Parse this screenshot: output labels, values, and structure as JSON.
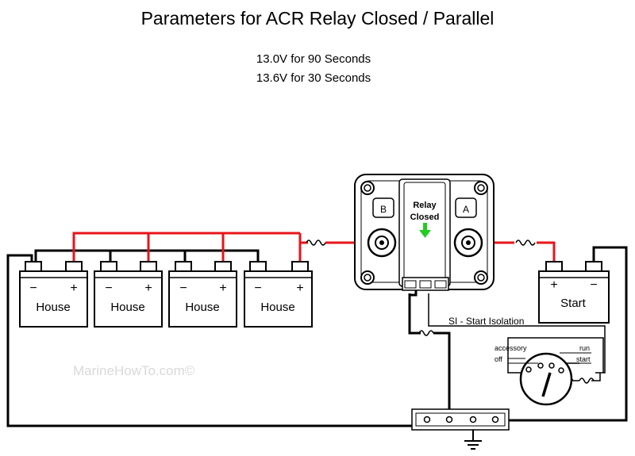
{
  "title": "Parameters for ACR Relay Closed / Parallel",
  "parameters": [
    "13.0V for 90 Seconds",
    "13.6V for 30 Seconds"
  ],
  "relay": {
    "status_line1": "Relay",
    "status_line2": "Closed",
    "terminal_b": "B",
    "terminal_a": "A"
  },
  "batteries": {
    "house": [
      "House",
      "House",
      "House",
      "House"
    ],
    "start": "Start",
    "minus": "−",
    "plus": "+"
  },
  "si_label": "SI - Start Isolation",
  "switch_labels": {
    "accessory": "accessory",
    "off": "off",
    "run": "run",
    "start": "start"
  },
  "watermark": "MarineHowTo.com©",
  "colors": {
    "positive": "#e8141b",
    "negative": "#000000",
    "relay_arrow": "#22cc22"
  }
}
